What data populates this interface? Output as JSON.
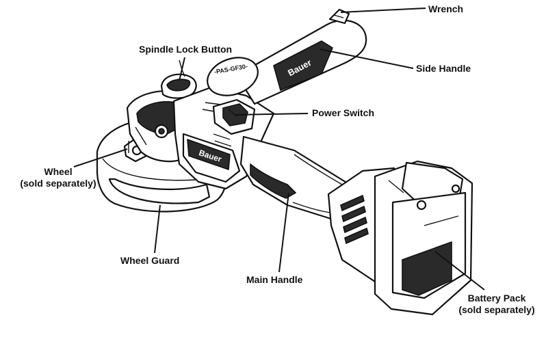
{
  "labels": {
    "wrench": "Wrench",
    "side_handle": "Side Handle",
    "spindle_lock_button": "Spindle Lock Button",
    "power_switch": "Power Switch",
    "wheel_line1": "Wheel",
    "wheel_line2": "(sold separately)",
    "wheel_guard": "Wheel Guard",
    "main_handle": "Main Handle",
    "battery_pack_line1": "Battery Pack",
    "battery_pack_line2": "(sold separately)"
  },
  "branding": {
    "logo_text": "Bauer",
    "side_handle_disc_text": "-PAS-GF30-"
  }
}
